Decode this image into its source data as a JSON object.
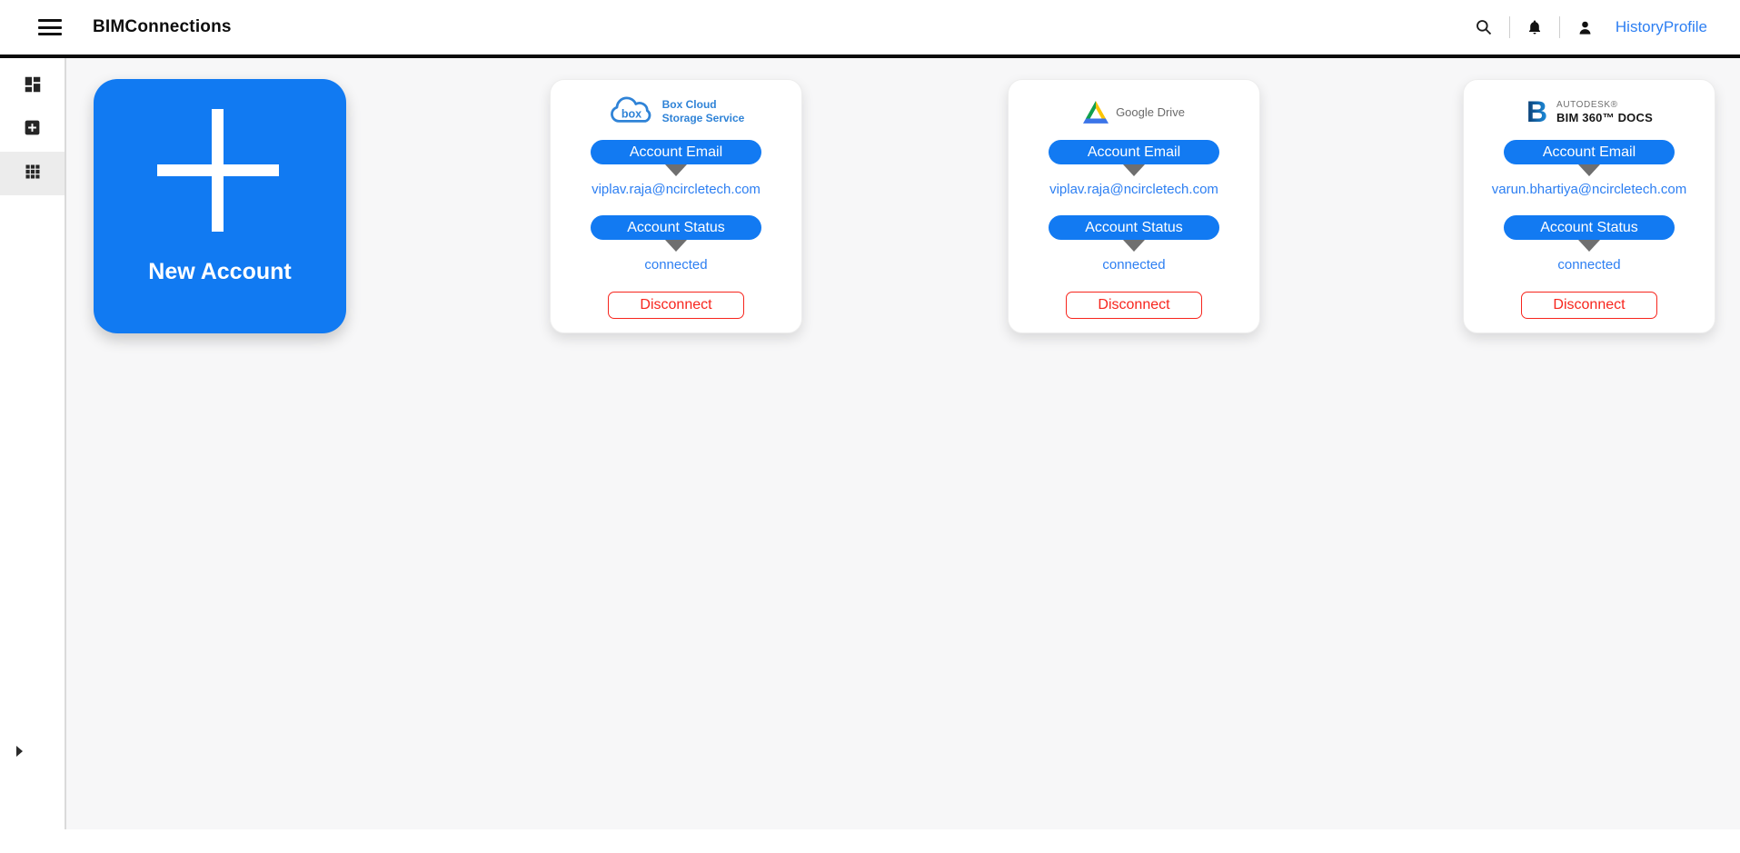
{
  "header": {
    "title": "BIMConnections",
    "history_label": "History",
    "profile_label": "Profile"
  },
  "sidebar": {
    "items": [
      {
        "icon": "dashboard-icon",
        "selected": false
      },
      {
        "icon": "add-box-icon",
        "selected": false
      },
      {
        "icon": "apps-grid-icon",
        "selected": true
      }
    ],
    "expander_icon": "chevron-right-icon"
  },
  "new_account": {
    "label": "New Account"
  },
  "accounts": [
    {
      "provider": "Box Cloud Storage Service",
      "logo_line1": "Box Cloud",
      "logo_line2": "Storage Service",
      "logo_word": "box",
      "email_label": "Account Email",
      "email": "viplav.raja@ncircletech.com",
      "status_label": "Account Status",
      "status": "connected",
      "disconnect_label": "Disconnect"
    },
    {
      "provider": "Google Drive",
      "email_label": "Account Email",
      "email": "viplav.raja@ncircletech.com",
      "status_label": "Account Status",
      "status": "connected",
      "disconnect_label": "Disconnect"
    },
    {
      "provider": "Autodesk BIM 360 Docs",
      "logo_line1": "AUTODESK®",
      "logo_line2": "BIM 360™ DOCS",
      "logo_letter": "B",
      "email_label": "Account Email",
      "email": "varun.bhartiya@ncircletech.com",
      "status_label": "Account Status",
      "status": "connected",
      "disconnect_label": "Disconnect"
    }
  ],
  "colors": {
    "accent_blue": "#127af2",
    "link_blue": "#2d7ff2",
    "value_blue": "#2d7ff2",
    "danger_red": "#f7251d",
    "box_blue": "#2f83d7",
    "header_border": "#0b0b0b",
    "content_bg": "#f7f7f8",
    "triangle_gray": "#6f6f6f"
  }
}
